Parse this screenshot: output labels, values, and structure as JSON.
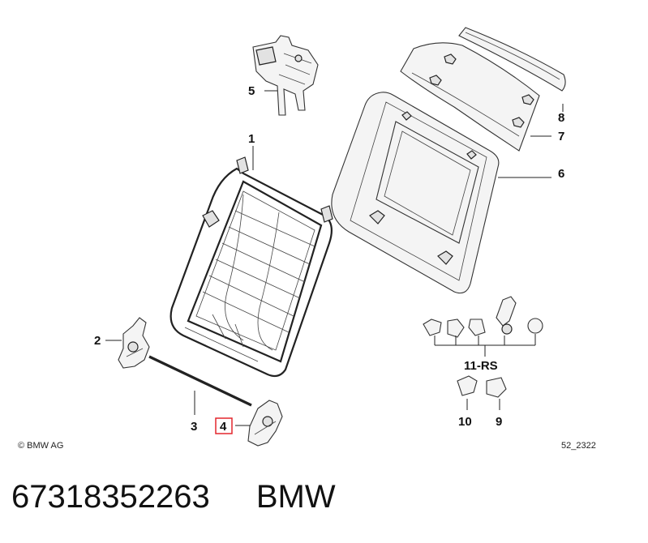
{
  "diagram": {
    "callouts": {
      "c1": "1",
      "c2": "2",
      "c3": "3",
      "c4": "4",
      "c5": "5",
      "c6": "6",
      "c7": "7",
      "c8": "8",
      "c9": "9",
      "c10": "10",
      "c11": "11-RS"
    },
    "highlight_color": "#e3262d",
    "copyright": "© BMW AG",
    "drawing_id": "52_2322"
  },
  "footer": {
    "part_number": "67318352263",
    "brand": "BMW"
  }
}
